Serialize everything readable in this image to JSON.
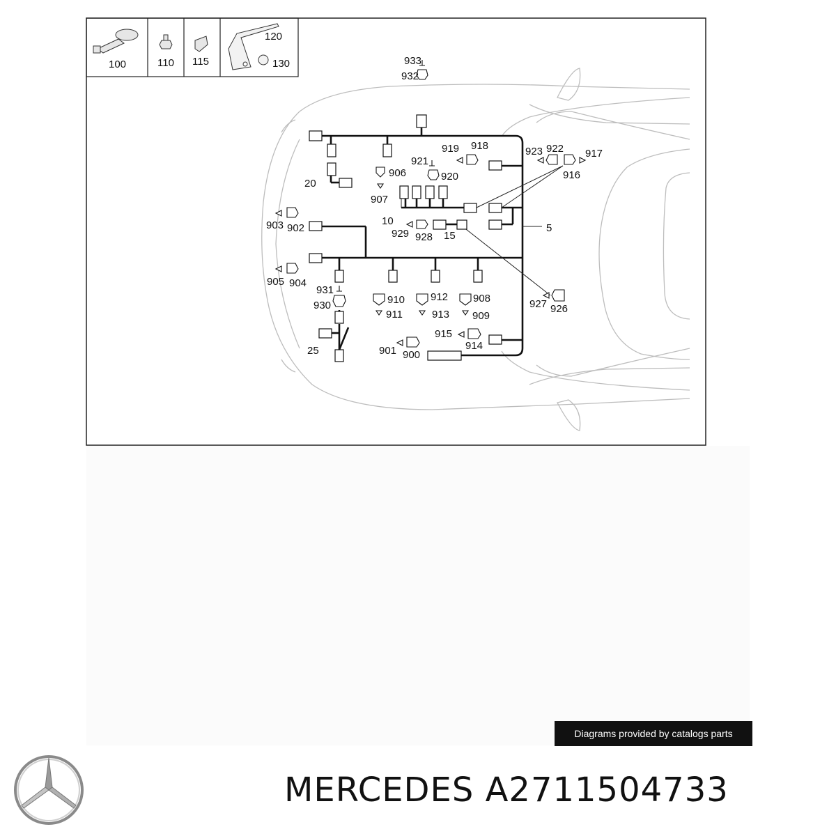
{
  "diagram": {
    "legend": [
      {
        "id": "legend-100",
        "label": "100"
      },
      {
        "id": "legend-110",
        "label": "110"
      },
      {
        "id": "legend-115",
        "label": "115"
      },
      {
        "id": "legend-120",
        "label": "120"
      },
      {
        "id": "legend-130",
        "label": "130"
      }
    ],
    "labels": [
      {
        "text": "933"
      },
      {
        "text": "932"
      },
      {
        "text": "919"
      },
      {
        "text": "918"
      },
      {
        "text": "923"
      },
      {
        "text": "922"
      },
      {
        "text": "917"
      },
      {
        "text": "916"
      },
      {
        "text": "921"
      },
      {
        "text": "906"
      },
      {
        "text": "920"
      },
      {
        "text": "907"
      },
      {
        "text": "20"
      },
      {
        "text": "10"
      },
      {
        "text": "903"
      },
      {
        "text": "902"
      },
      {
        "text": "929"
      },
      {
        "text": "928"
      },
      {
        "text": "15"
      },
      {
        "text": "5"
      },
      {
        "text": "905"
      },
      {
        "text": "904"
      },
      {
        "text": "931"
      },
      {
        "text": "930"
      },
      {
        "text": "910"
      },
      {
        "text": "911"
      },
      {
        "text": "912"
      },
      {
        "text": "913"
      },
      {
        "text": "908"
      },
      {
        "text": "909"
      },
      {
        "text": "927"
      },
      {
        "text": "926"
      },
      {
        "text": "915"
      },
      {
        "text": "914"
      },
      {
        "text": "25"
      },
      {
        "text": "901"
      },
      {
        "text": "900"
      }
    ]
  },
  "watermark": "Diagrams provided by catalogs parts",
  "brand_title": "MERCEDES A2711504733",
  "logo_icon": "mercedes-star-logo"
}
